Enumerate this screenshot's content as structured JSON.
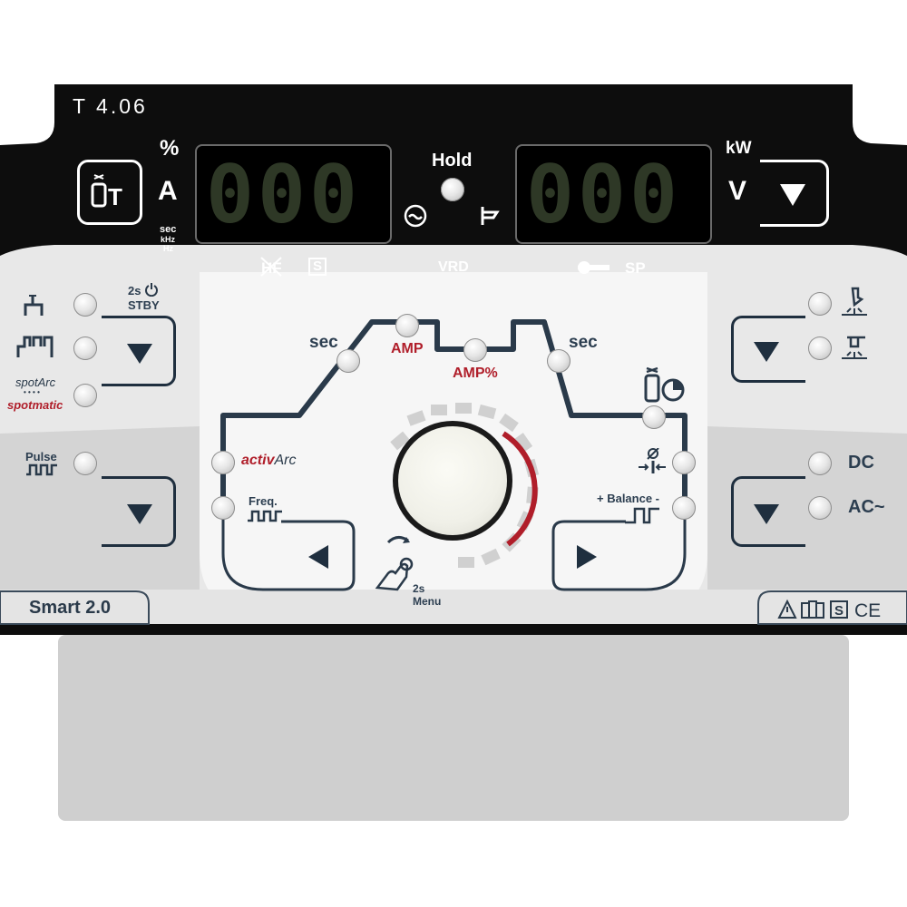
{
  "model": "T 4.06",
  "product_name": "Smart 2.0",
  "display_left": {
    "value": "000",
    "units": [
      "%",
      "A",
      "sec",
      "kHz",
      "Hz"
    ]
  },
  "display_right": {
    "value": "000",
    "units": [
      "kW",
      "V"
    ]
  },
  "center_labels": {
    "hold": "Hold",
    "vrd": "VRD",
    "sp": "SP",
    "s_mark": "S"
  },
  "left_panel": {
    "stby_label": "2s",
    "stby_label2": "STBY",
    "spotarc": "spotArc",
    "spotmatic": "spotmatic",
    "dots": "• • • •",
    "pulse": "Pulse"
  },
  "process": {
    "sec_left": "sec",
    "sec_right": "sec",
    "amp": "AMP",
    "amp_pct": "AMP%",
    "activarc_a": "activ",
    "activarc_b": "Arc",
    "freq": "Freq.",
    "balance": "+ Balance -",
    "menu_time": "2s",
    "menu": "Menu"
  },
  "right_panel": {
    "dc": "DC",
    "ac": "AC~"
  },
  "colors": {
    "panel_dark": "#0d0d0d",
    "panel_light": "#ececec",
    "panel_mid": "#d2d2d2",
    "process_line": "#2a3a4a",
    "accent_red": "#b01e2a",
    "display_seg": "#2e3826"
  }
}
